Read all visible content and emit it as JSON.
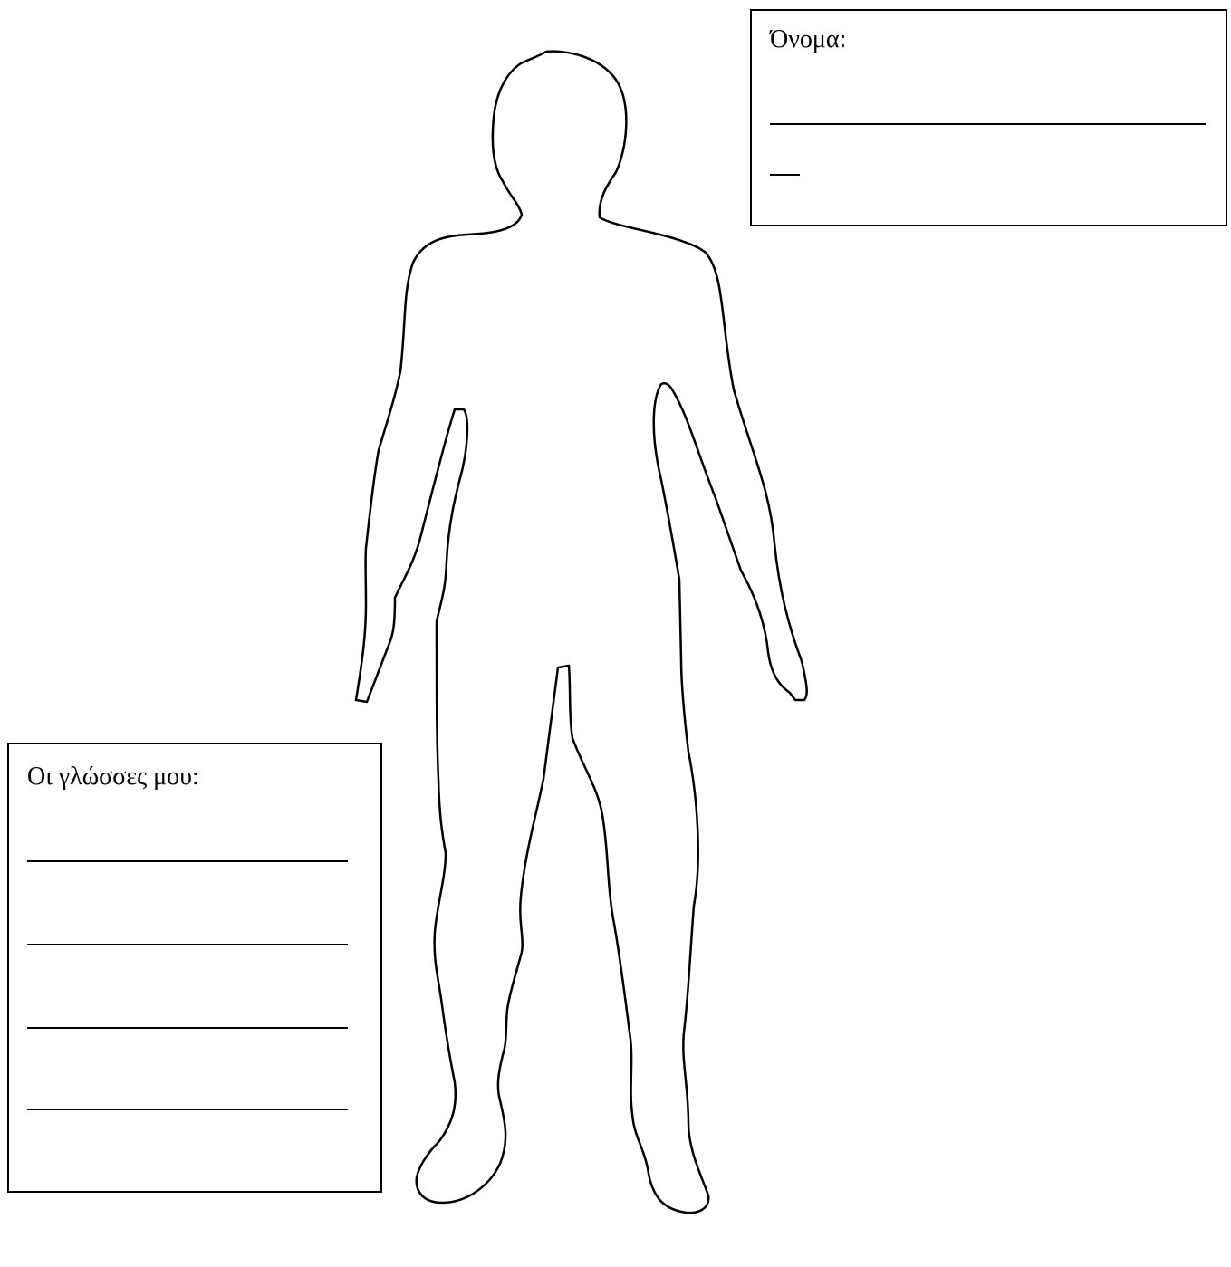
{
  "name_box": {
    "label": "Όνομα:"
  },
  "languages_box": {
    "label": "Οι γλώσσες μου:",
    "line_count": 4
  },
  "figure": {
    "icon": "body-outline-icon",
    "stroke_color": "#000000"
  }
}
